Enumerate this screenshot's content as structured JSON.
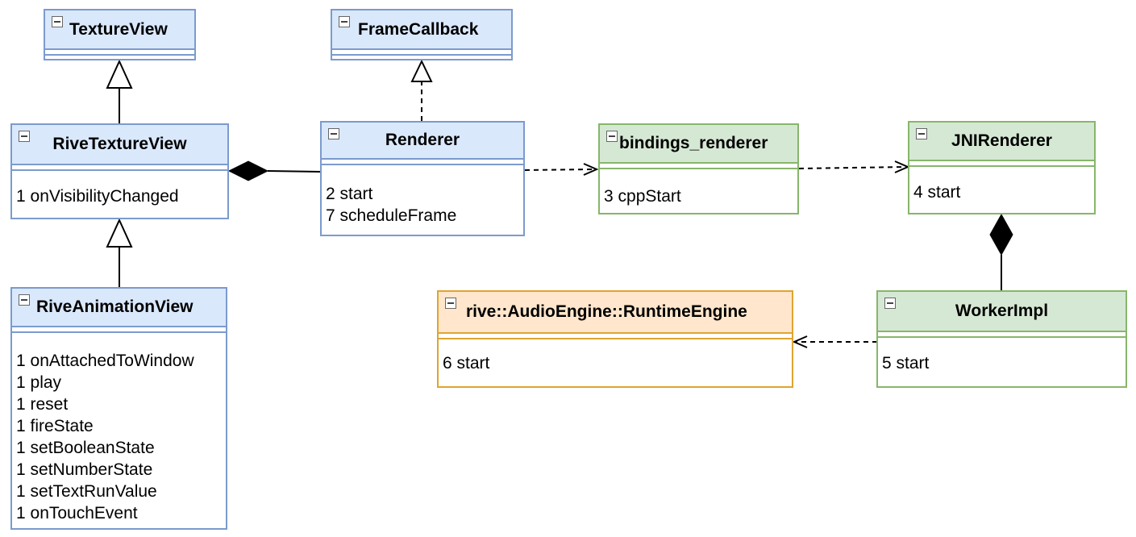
{
  "classes": {
    "texture_view": {
      "name": "TextureView",
      "methods": []
    },
    "frame_callback": {
      "name": "FrameCallback",
      "methods": []
    },
    "rive_texture_view": {
      "name": "RiveTextureView",
      "methods": [
        "1 onVisibilityChanged"
      ]
    },
    "renderer": {
      "name": "Renderer",
      "methods": [
        "2 start",
        "7 scheduleFrame"
      ]
    },
    "bindings_renderer": {
      "name": "bindings_renderer",
      "methods": [
        "3 cppStart"
      ]
    },
    "jni_renderer": {
      "name": "JNIRenderer",
      "methods": [
        "4 start"
      ]
    },
    "rive_animation_view": {
      "name": "RiveAnimationView",
      "methods": [
        "1 onAttachedToWindow",
        "1 play",
        "1 reset",
        "1 fireState",
        "1 setBooleanState",
        "1 setNumberState",
        "1 setTextRunValue",
        "1 onTouchEvent"
      ]
    },
    "runtime_engine": {
      "name": "rive::AudioEngine::RuntimeEngine",
      "methods": [
        "6 start"
      ]
    },
    "worker_impl": {
      "name": "WorkerImpl",
      "methods": [
        "5 start"
      ]
    }
  },
  "relations": [
    {
      "from": "rive_texture_view",
      "to": "texture_view",
      "kind": "inheritance"
    },
    {
      "from": "rive_animation_view",
      "to": "rive_texture_view",
      "kind": "inheritance"
    },
    {
      "from": "renderer",
      "to": "frame_callback",
      "kind": "realization"
    },
    {
      "from": "renderer",
      "to": "rive_texture_view",
      "kind": "composition"
    },
    {
      "from": "renderer",
      "to": "bindings_renderer",
      "kind": "dependency"
    },
    {
      "from": "bindings_renderer",
      "to": "jni_renderer",
      "kind": "dependency"
    },
    {
      "from": "worker_impl",
      "to": "jni_renderer",
      "kind": "composition"
    },
    {
      "from": "worker_impl",
      "to": "runtime_engine",
      "kind": "dependency"
    }
  ],
  "colors": {
    "blue_fill": "#dae8fc",
    "blue_stroke": "#7b9bcd",
    "green_fill": "#d5e8d4",
    "green_stroke": "#87b66a",
    "orange_fill": "#ffe6cc",
    "orange_stroke": "#e0a430"
  }
}
